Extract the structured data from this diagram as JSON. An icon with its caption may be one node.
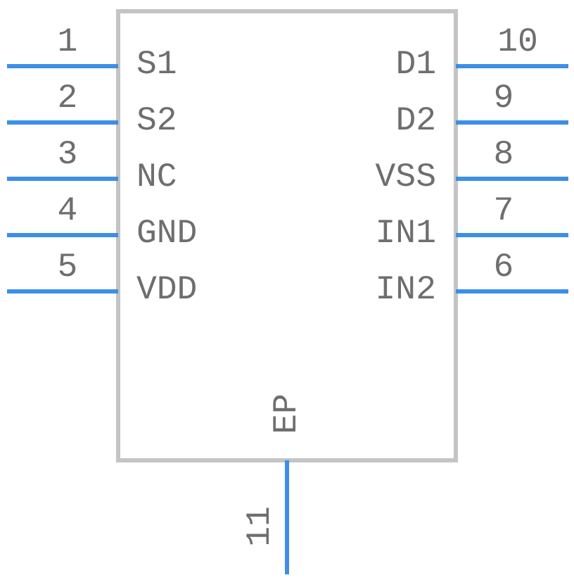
{
  "diagram": {
    "labels": [
      "1",
      "10",
      "S1",
      "D1",
      "2",
      "9",
      "S2",
      "D2",
      "3",
      "8",
      "NC",
      "VSS",
      "4",
      "7",
      "GND",
      "IN1",
      "5",
      "6",
      "VDD",
      "IN2",
      "EP",
      "11"
    ]
  }
}
